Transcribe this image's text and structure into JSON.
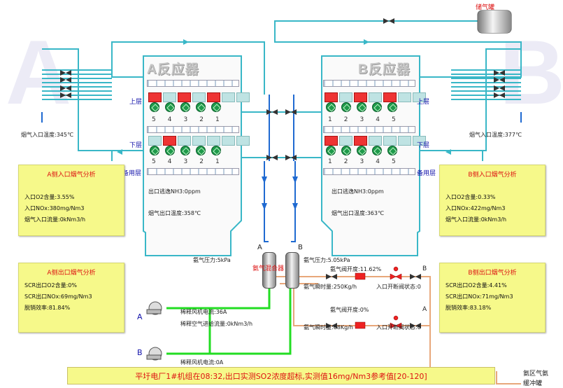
{
  "side_letters": {
    "a": "A",
    "b": "B"
  },
  "storage_tank": {
    "label": "储气罐"
  },
  "reactors": {
    "a": {
      "title": "A反应器",
      "upper": "上层",
      "lower": "下层",
      "spare": "备用层",
      "nums_top": [
        "5",
        "4",
        "3",
        "2",
        "1"
      ],
      "nums_bottom": [
        "5",
        "4",
        "3",
        "2",
        "1"
      ],
      "outlet_nh3": "出口逃逸NH3:0ppm",
      "outlet_temp": "烟气出口温度:358℃"
    },
    "b": {
      "title": "B反应器",
      "upper": "上层",
      "lower": "下层",
      "spare": "备用层",
      "nums_top": [
        "1",
        "2",
        "3",
        "4",
        "5"
      ],
      "nums_bottom": [
        "1",
        "2",
        "3",
        "4",
        "5"
      ],
      "outlet_nh3": "出口逃逸NH3:0ppm",
      "outlet_temp": "烟气出口温度:363℃"
    }
  },
  "inlet_temp_a": "烟气入口温度:345℃",
  "inlet_temp_b": "烟气入口温度:377℃",
  "panels": {
    "a_inlet": {
      "title": "A侧入口烟气分析",
      "lines": [
        "入口O2含量:3.55%",
        "入口NOx:380mg/Nm3",
        "烟气入口流量:0kNm3/h"
      ]
    },
    "b_inlet": {
      "title": "B侧入口烟气分析",
      "lines": [
        "入口O2含量:0.33%",
        "入口NOx:422mg/Nm3",
        "烟气入口流量:0kNm3/h"
      ]
    },
    "a_outlet": {
      "title": "A侧出口烟气分析",
      "lines": [
        "SCR出口O2含量:0%",
        "SCR出口NOx:69mg/Nm3",
        "脱销效率:81.84%"
      ]
    },
    "b_outlet": {
      "title": "B侧出口烟气分析",
      "lines": [
        "SCR出口O2含量:4.41%",
        "SCR出口NOx:71mg/Nm3",
        "脱销效率:83.18%"
      ]
    }
  },
  "mixer": {
    "label": "氨气混合器",
    "a": "A",
    "b": "B",
    "pressure_a": "氨气压力:5kPa",
    "pressure_b": "氨气压力:5.05kPa"
  },
  "valve_a": {
    "opening": "氨气阀开度:11.62%",
    "flow": "氨气瞬时量:250Kg/h",
    "status": "入口开断阀状态:0",
    "letter": "B"
  },
  "valve_b": {
    "opening": "氨气阀开度:0%",
    "flow": "氨气瞬时量:68Kg/h",
    "status": "入口开断阀状态:0",
    "letter": "A"
  },
  "fan_a": {
    "letter": "A",
    "current": "稀释风机电流:36A",
    "air_flow": "稀释空气进给流量:0kNm3/h"
  },
  "fan_b": {
    "letter": "B",
    "current": "稀释风机电流:0A"
  },
  "banner": "平圩电厂1#机组在08:32,出口实测SO2浓度超标,实测值16mg/Nm3参考值[20-120]",
  "buffer_tank": {
    "line1": "氨区气氨",
    "line2": "缓冲罐"
  },
  "colors": {
    "flue_pipe": "#39b7c7",
    "ammonia_pipe": "#1f6ad1",
    "air_pipe": "#22dd22",
    "nh3_line": "#e8a77a",
    "panel_bg": "#f6f98a"
  }
}
